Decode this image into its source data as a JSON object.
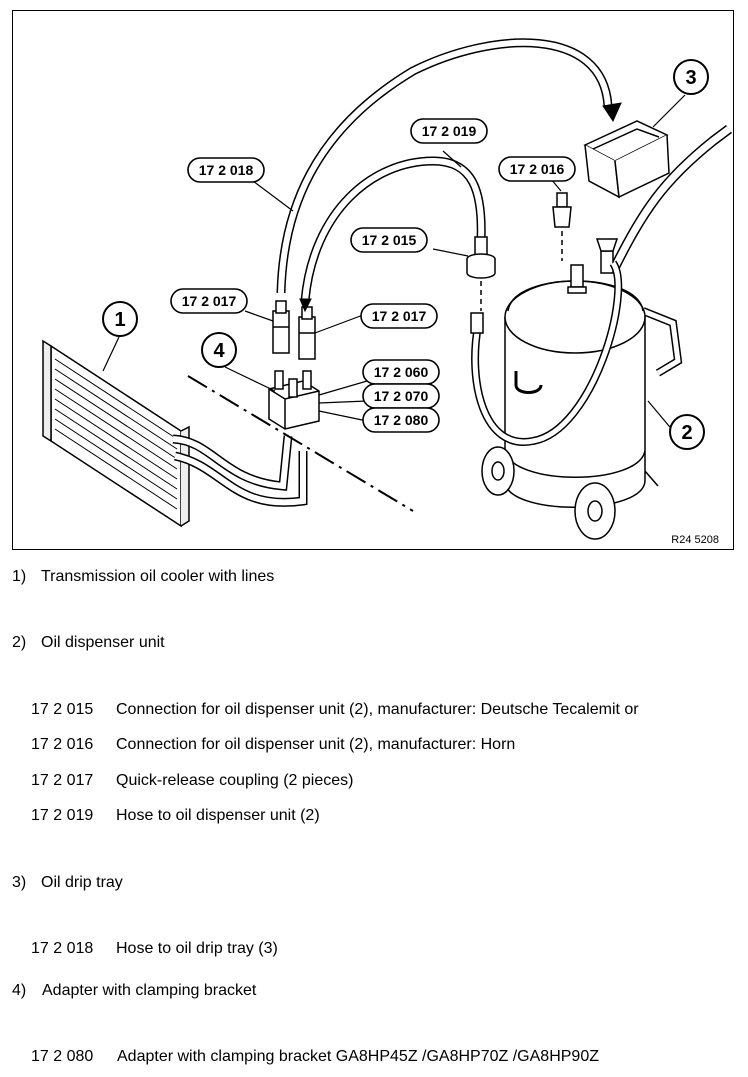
{
  "figure": {
    "ref": "R24 5208",
    "callouts": [
      "1",
      "2",
      "3",
      "4"
    ],
    "tool_labels": {
      "t018": "17 2 018",
      "t019": "17 2 019",
      "t016": "17 2 016",
      "t015": "17 2 015",
      "t017a": "17 2 017",
      "t017b": "17 2 017",
      "t060": "17 2 060",
      "t070": "17 2 070",
      "t080": "17 2 080"
    }
  },
  "legend": {
    "item1": {
      "num": "1)",
      "text": "Transmission oil cooler with lines"
    },
    "item2": {
      "num": "2)",
      "text": "Oil dispenser unit"
    },
    "item2_tools": [
      {
        "code": "17 2 015",
        "desc": "Connection for oil dispenser unit (2), manufacturer: Deutsche Tecalemit or"
      },
      {
        "code": "17 2 016",
        "desc": "Connection for oil dispenser unit (2), manufacturer: Horn"
      },
      {
        "code": "17 2 017",
        "desc": "Quick-release coupling (2 pieces)"
      },
      {
        "code": "17 2 019",
        "desc": "Hose to oil dispenser unit (2)"
      }
    ],
    "item3": {
      "num": "3)",
      "text": "Oil drip tray"
    },
    "item3_tools": [
      {
        "code": "17 2 018",
        "desc": "Hose to oil drip tray (3)"
      }
    ],
    "item4": {
      "num": "4)",
      "text": "Adapter with clamping bracket"
    },
    "item4_tools": [
      {
        "code": "17 2 080",
        "desc": "Adapter with clamping bracket GA8HP45Z /GA8HP70Z /GA8HP90Z"
      }
    ]
  }
}
